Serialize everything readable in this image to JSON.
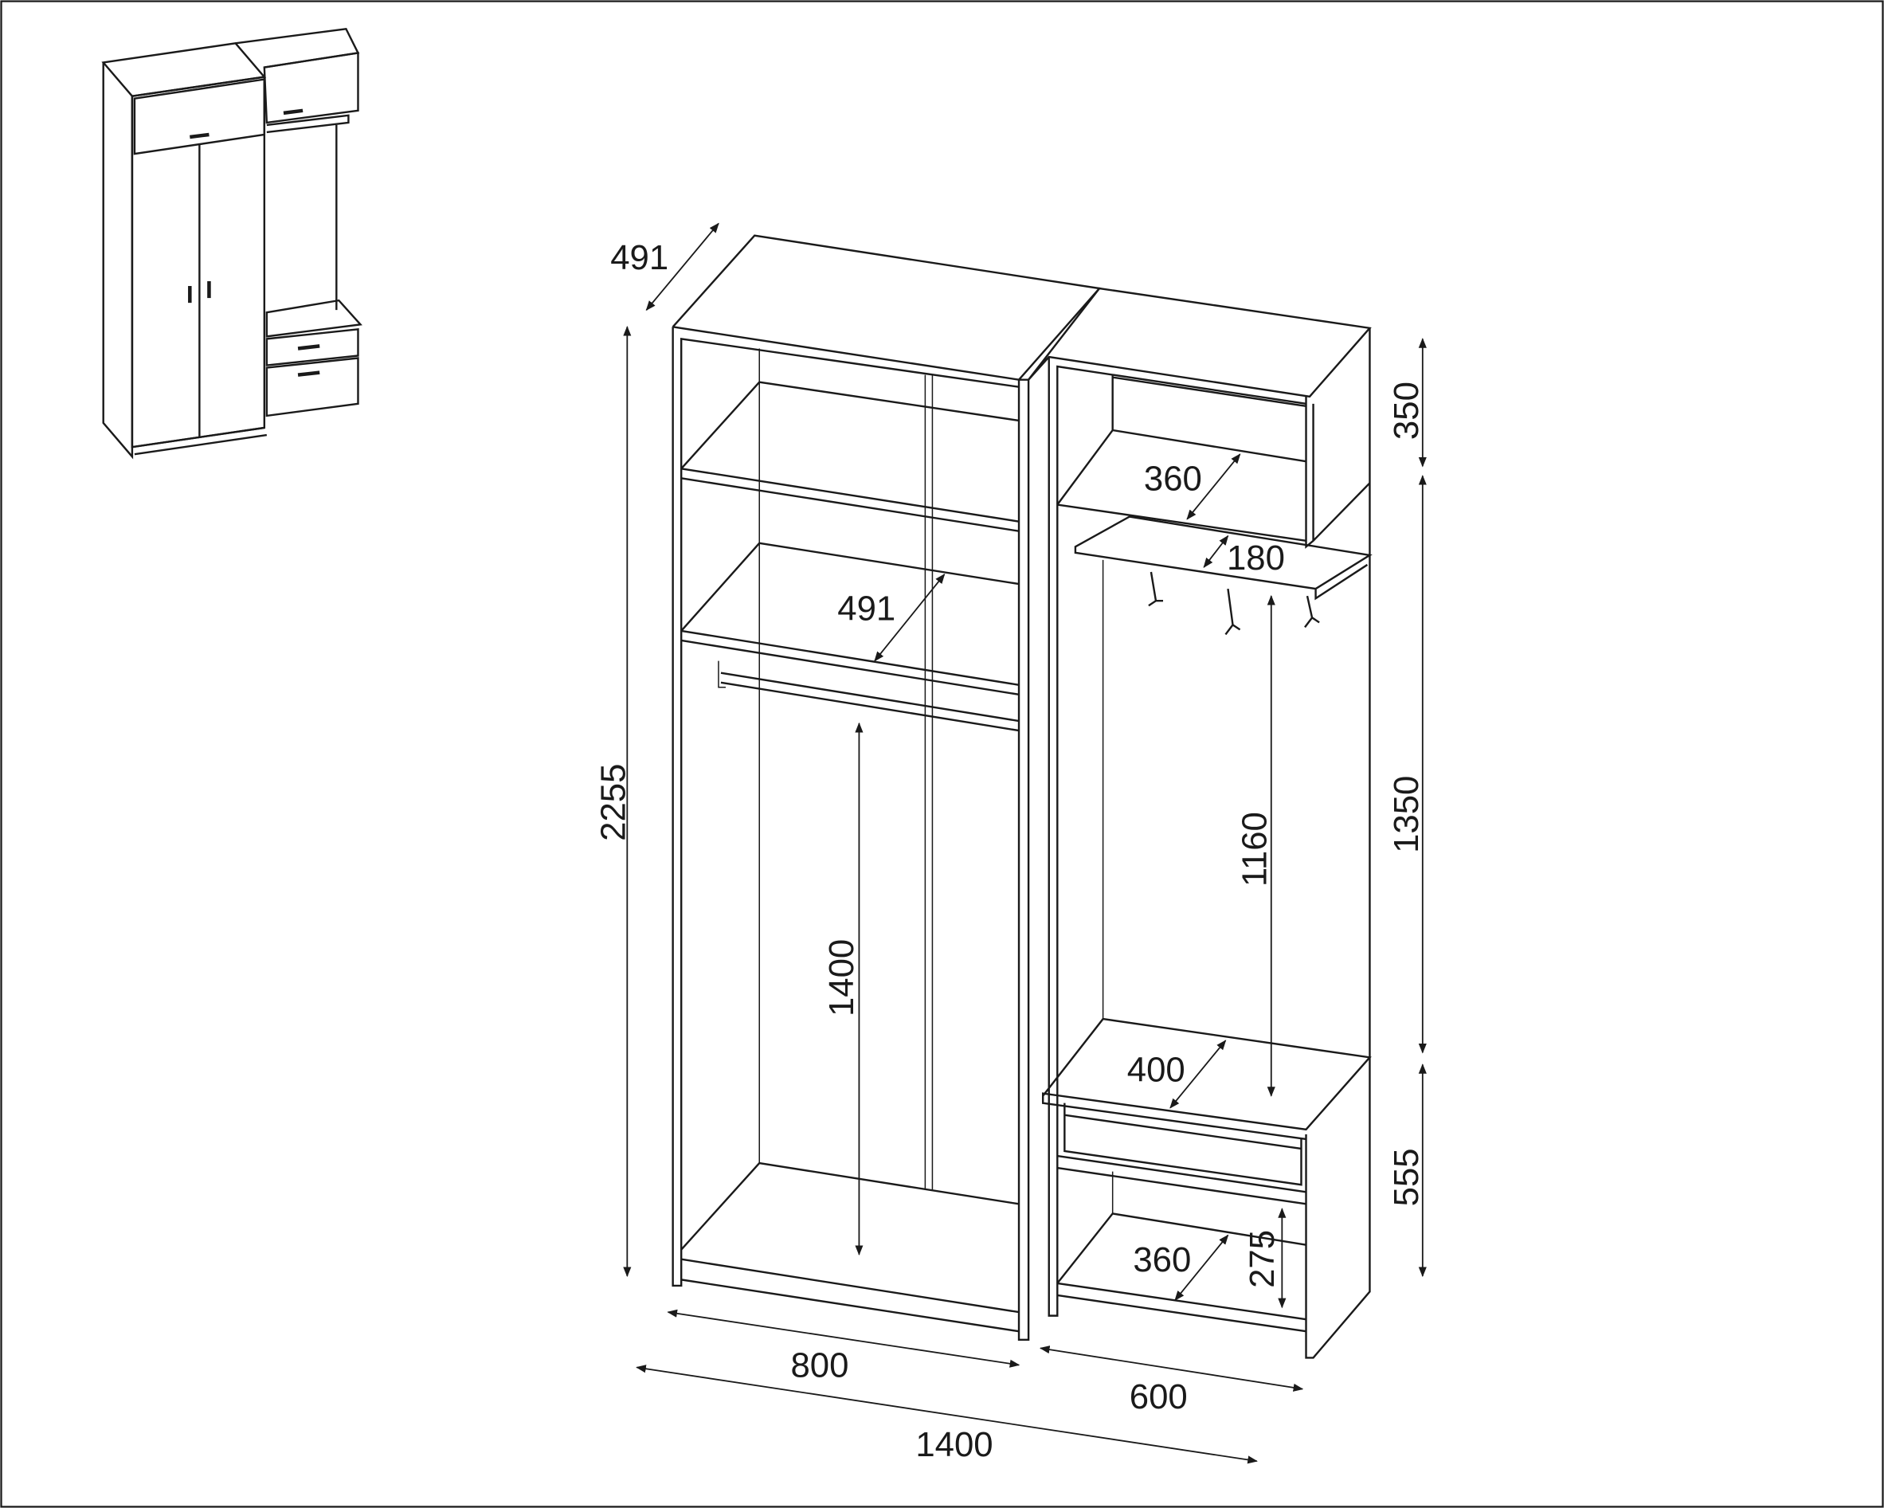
{
  "dimensions": {
    "depth_top": "491",
    "total_height": "2255",
    "inner_depth": "491",
    "rod_height": "1400",
    "left_width": "800",
    "total_width": "1400",
    "upper_shelf_depth": "360",
    "hat_shelf_depth": "180",
    "hook_height": "1160",
    "bench_depth": "400",
    "lower_shelf_depth": "360",
    "lower_shelf_height": "275",
    "right_width": "600",
    "top_box_height": "350",
    "middle_height": "1350",
    "bench_height": "555"
  }
}
